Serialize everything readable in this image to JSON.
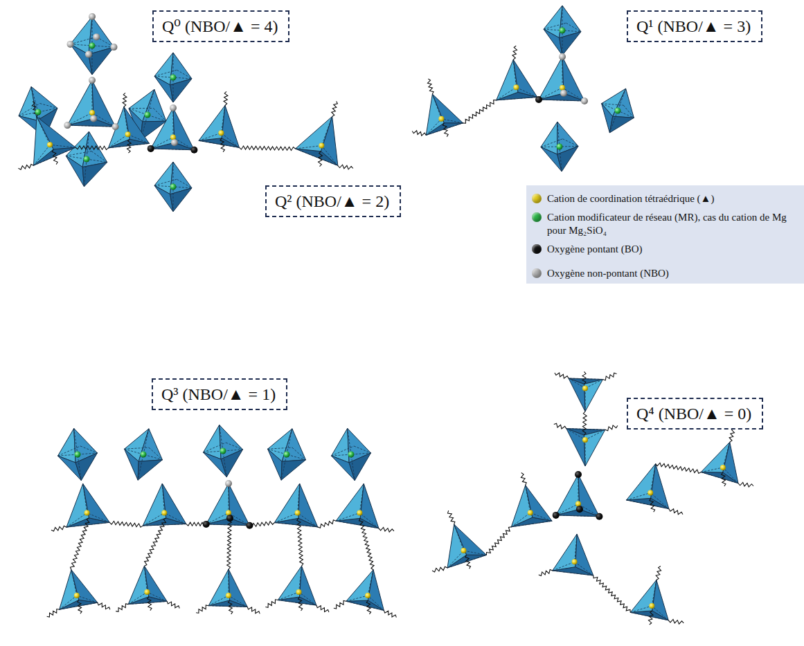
{
  "diagram": {
    "nodes": [
      {
        "text": [
          "Q⁰ (NBO/▲ = 4)"
        ]
      },
      {
        "text": [
          "Q¹ (NBO/▲ = 3)"
        ]
      },
      {
        "text": [
          "Q² (NBO/▲ = 2)"
        ]
      },
      {
        "text": [
          "Q³ (NBO/▲ = 1)"
        ]
      },
      {
        "text": [
          "Q⁴ (NBO/▲ = 0)"
        ]
      }
    ],
    "legend": [
      {
        "text": "Cation de coordination tétraédrique (▲)",
        "color": "#e6cf1e"
      },
      {
        "text": "Cation modificateur de réseau (MR), cas du cation de Mg pour Mg₂SiO₄",
        "color": "#2db84a"
      },
      {
        "text": "Oxygène pontant (BO)",
        "color": "#111111"
      },
      {
        "text": "Oxygène non-pontant (NBO)",
        "color": "#b4b4b4"
      }
    ]
  }
}
